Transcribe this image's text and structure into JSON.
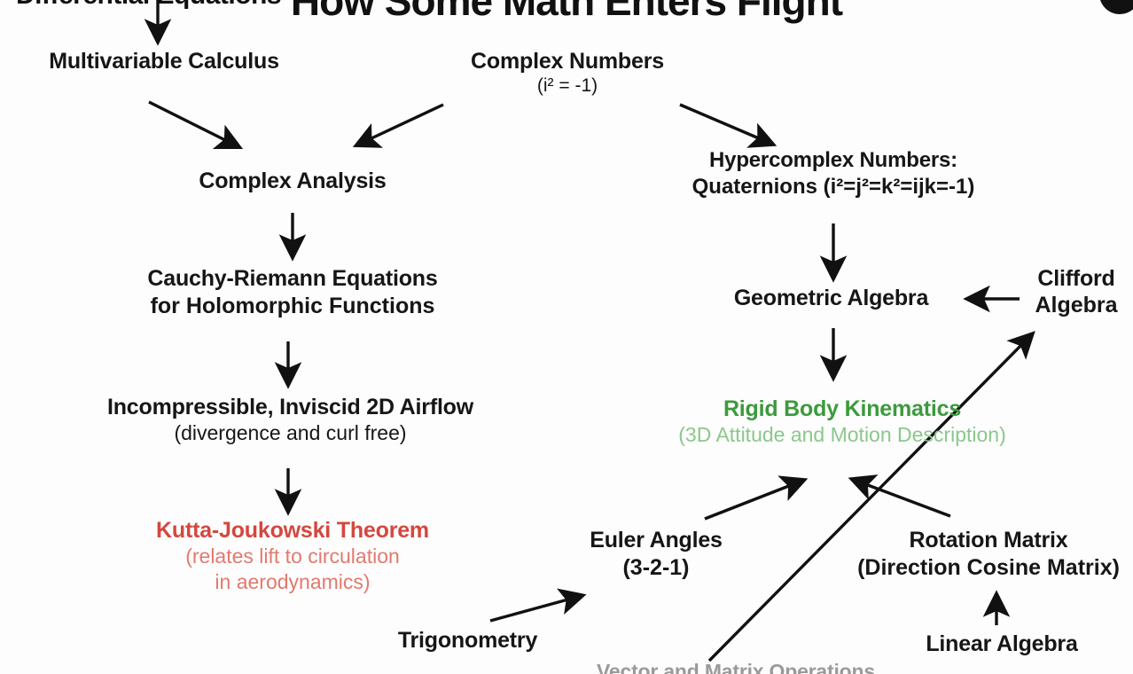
{
  "header": {
    "title": "How Some Math Enters Flight",
    "left_fragment": "Differential Equations"
  },
  "colors": {
    "text": "#161616",
    "green_primary": "#3c9a3c",
    "green_secondary": "#8cc78c",
    "red_primary": "#d4473f",
    "red_secondary": "#e3796e",
    "background": "#fdfdfd",
    "edge": "#111111"
  },
  "nodes": {
    "multivariable_calculus": {
      "title": "Multivariable Calculus"
    },
    "complex_numbers": {
      "title": "Complex Numbers",
      "sub": "(i² = -1)"
    },
    "complex_analysis": {
      "title": "Complex Analysis"
    },
    "hypercomplex": {
      "title": "Hypercomplex Numbers:",
      "sub": "Quaternions (i²=j²=k²=ijk=-1)"
    },
    "cauchy_riemann": {
      "title": "Cauchy-Riemann Equations",
      "sub": "for Holomorphic Functions"
    },
    "geometric_algebra": {
      "title": "Geometric Algebra"
    },
    "clifford_algebra": {
      "title": "Clifford",
      "sub": "Algebra"
    },
    "airflow": {
      "title": "Incompressible, Inviscid 2D Airflow",
      "sub": "(divergence and curl free)"
    },
    "rigid_body": {
      "title": "Rigid Body Kinematics",
      "sub": "(3D Attitude and Motion Description)"
    },
    "kutta_joukowski": {
      "title": "Kutta-Joukowski Theorem",
      "sub": "(relates lift to circulation",
      "sub2": "in aerodynamics)"
    },
    "euler_angles": {
      "title": "Euler Angles",
      "sub": "(3-2-1)"
    },
    "rotation_matrix": {
      "title": "Rotation Matrix",
      "sub": "(Direction Cosine Matrix)"
    },
    "trigonometry": {
      "title": "Trigonometry"
    },
    "linear_algebra": {
      "title": "Linear Algebra"
    },
    "bottom_fragment": {
      "title": "Vector and Matrix Operations"
    }
  },
  "edges": [
    {
      "name": "calculus-source-to-multivariable",
      "from": "(above)",
      "to": "multivariable_calculus",
      "style": "straight-down"
    },
    {
      "name": "multivariable-to-complex-analysis",
      "from": "multivariable_calculus",
      "to": "complex_analysis",
      "style": "diagonal-down-right"
    },
    {
      "name": "complex-numbers-to-complex-analysis",
      "from": "complex_numbers",
      "to": "complex_analysis",
      "style": "diagonal-down-left"
    },
    {
      "name": "complex-numbers-to-hypercomplex",
      "from": "complex_numbers",
      "to": "hypercomplex",
      "style": "diagonal-down-right"
    },
    {
      "name": "complex-analysis-to-cauchy-riemann",
      "from": "complex_analysis",
      "to": "cauchy_riemann",
      "style": "straight-down"
    },
    {
      "name": "cauchy-riemann-to-airflow",
      "from": "cauchy_riemann",
      "to": "airflow",
      "style": "straight-down"
    },
    {
      "name": "airflow-to-kutta",
      "from": "airflow",
      "to": "kutta_joukowski",
      "style": "straight-down"
    },
    {
      "name": "hypercomplex-to-geometric-algebra",
      "from": "hypercomplex",
      "to": "geometric_algebra",
      "style": "straight-down"
    },
    {
      "name": "clifford-to-geometric-algebra",
      "from": "clifford_algebra",
      "to": "geometric_algebra",
      "style": "straight-left"
    },
    {
      "name": "geometric-algebra-to-rigid-body",
      "from": "geometric_algebra",
      "to": "rigid_body",
      "style": "straight-down"
    },
    {
      "name": "euler-angles-to-rigid-body",
      "from": "euler_angles",
      "to": "rigid_body",
      "style": "diagonal-up-right"
    },
    {
      "name": "rotation-matrix-to-rigid-body",
      "from": "rotation_matrix",
      "to": "rigid_body",
      "style": "diagonal-up-left"
    },
    {
      "name": "trigonometry-to-euler-angles",
      "from": "trigonometry",
      "to": "euler_angles",
      "style": "diagonal-up-right"
    },
    {
      "name": "linear-algebra-to-rotation-matrix",
      "from": "linear_algebra",
      "to": "rotation_matrix",
      "style": "straight-up"
    },
    {
      "name": "bottom-to-clifford-long-diagonal",
      "from": "bottom_fragment",
      "to": "clifford_algebra",
      "style": "long-diagonal-up-right"
    }
  ]
}
